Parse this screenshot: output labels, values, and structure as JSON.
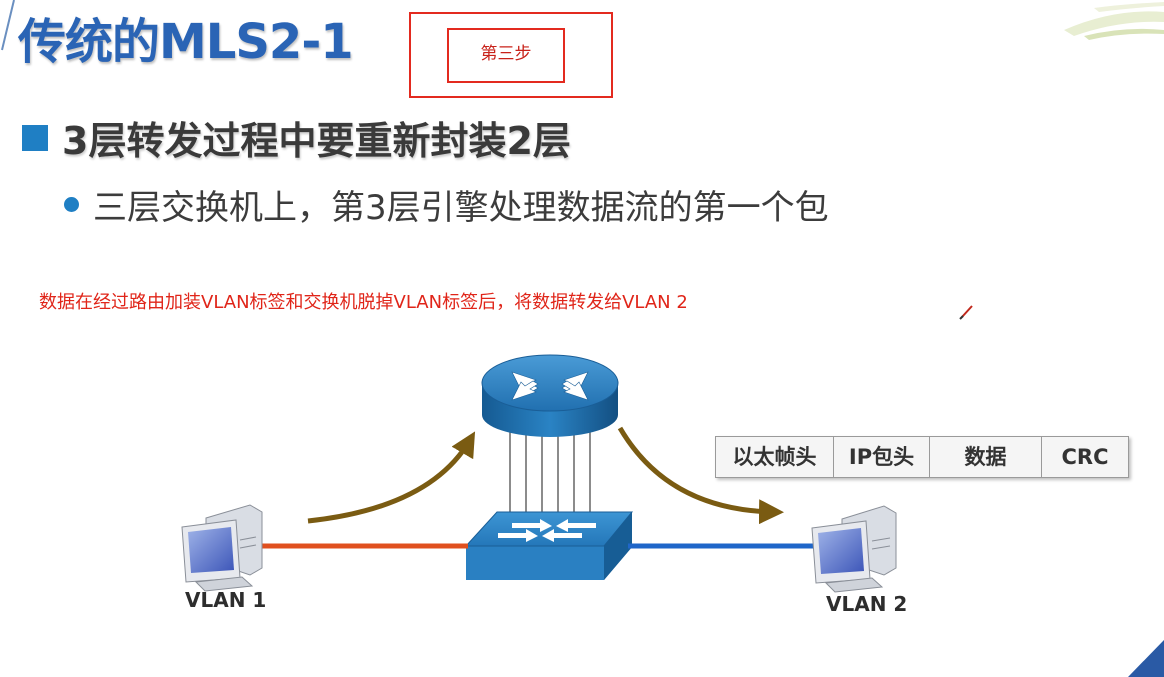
{
  "slide": {
    "title": "传统的MLS2-1",
    "step_label": "第三步",
    "bullet_main": "3层转发过程中要重新封装2层",
    "bullet_sub": "三层交换机上，第3层引擎处理数据流的第一个包",
    "annotation": "数据在经过路由加装VLAN标签和交换机脱掉VLAN标签后，将数据转发给VLAN 2"
  },
  "diagram": {
    "frame_cells": [
      {
        "label": "以太帧头"
      },
      {
        "label": "IP包头"
      },
      {
        "label": "数据"
      },
      {
        "label": "CRC"
      }
    ],
    "host_left_label": "VLAN 1",
    "host_right_label": "VLAN 2",
    "colors": {
      "router_blue": "#1d78b8",
      "link_vlan1": "#e0501f",
      "link_vlan2": "#1f66c9",
      "arrow": "#7a5b12"
    }
  }
}
